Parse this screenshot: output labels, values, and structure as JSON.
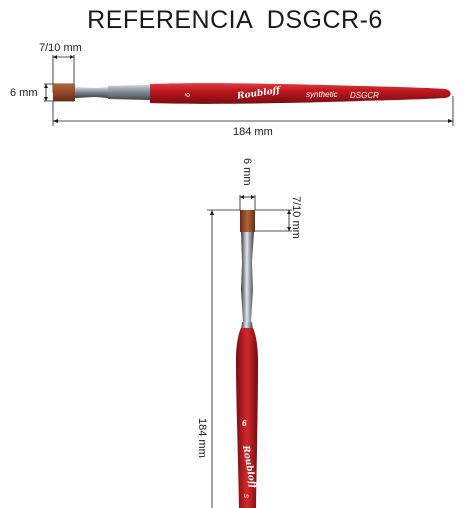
{
  "title": "REFERENCIA  DSGCR-6",
  "horizontal_brush": {
    "width_label": "7/10 mm",
    "height_label": "6 mm",
    "length_label": "184 mm",
    "size_number": "6",
    "brand": "Roubloff",
    "type_label": "synthetic",
    "series_label": "DSGCR"
  },
  "vertical_brush": {
    "width_label": "6 mm",
    "thickness_label": "7/10 mm",
    "length_label": "184 mm",
    "size_number": "6",
    "brand": "Roubloff",
    "type_label": "s"
  },
  "colors": {
    "handle": "#b5141b",
    "bristle": "#8a3f22",
    "ferrule": "#7d8590",
    "text": "#1a1a1a"
  }
}
